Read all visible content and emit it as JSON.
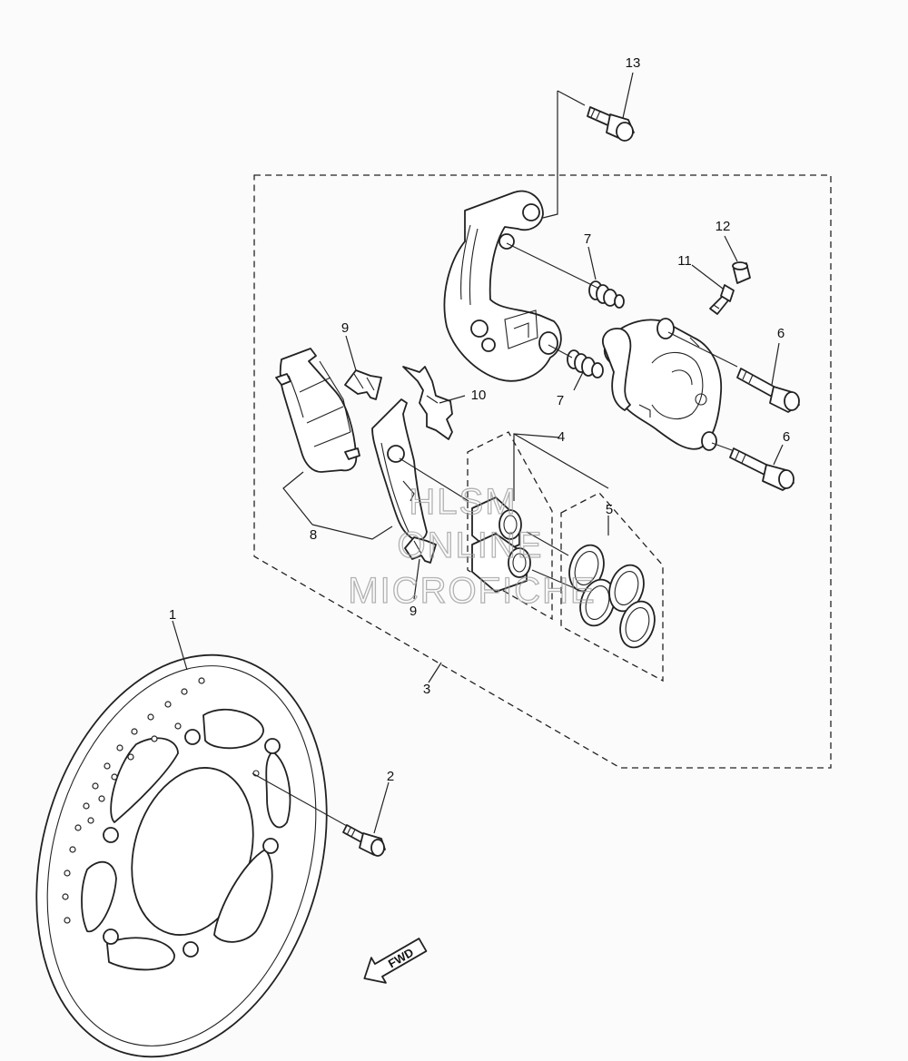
{
  "diagram": {
    "callouts": {
      "c1": "1",
      "c2": "2",
      "c3": "3",
      "c4": "4",
      "c5": "5",
      "c6a": "6",
      "c6b": "6",
      "c7a": "7",
      "c7b": "7",
      "c8": "8",
      "c9a": "9",
      "c9b": "9",
      "c10": "10",
      "c11": "11",
      "c12": "12",
      "c13": "13"
    },
    "direction_arrow": "FWD"
  },
  "watermark": {
    "line1": "HLSM",
    "line2": "ONLINE",
    "line3": "MICROFICHE"
  }
}
